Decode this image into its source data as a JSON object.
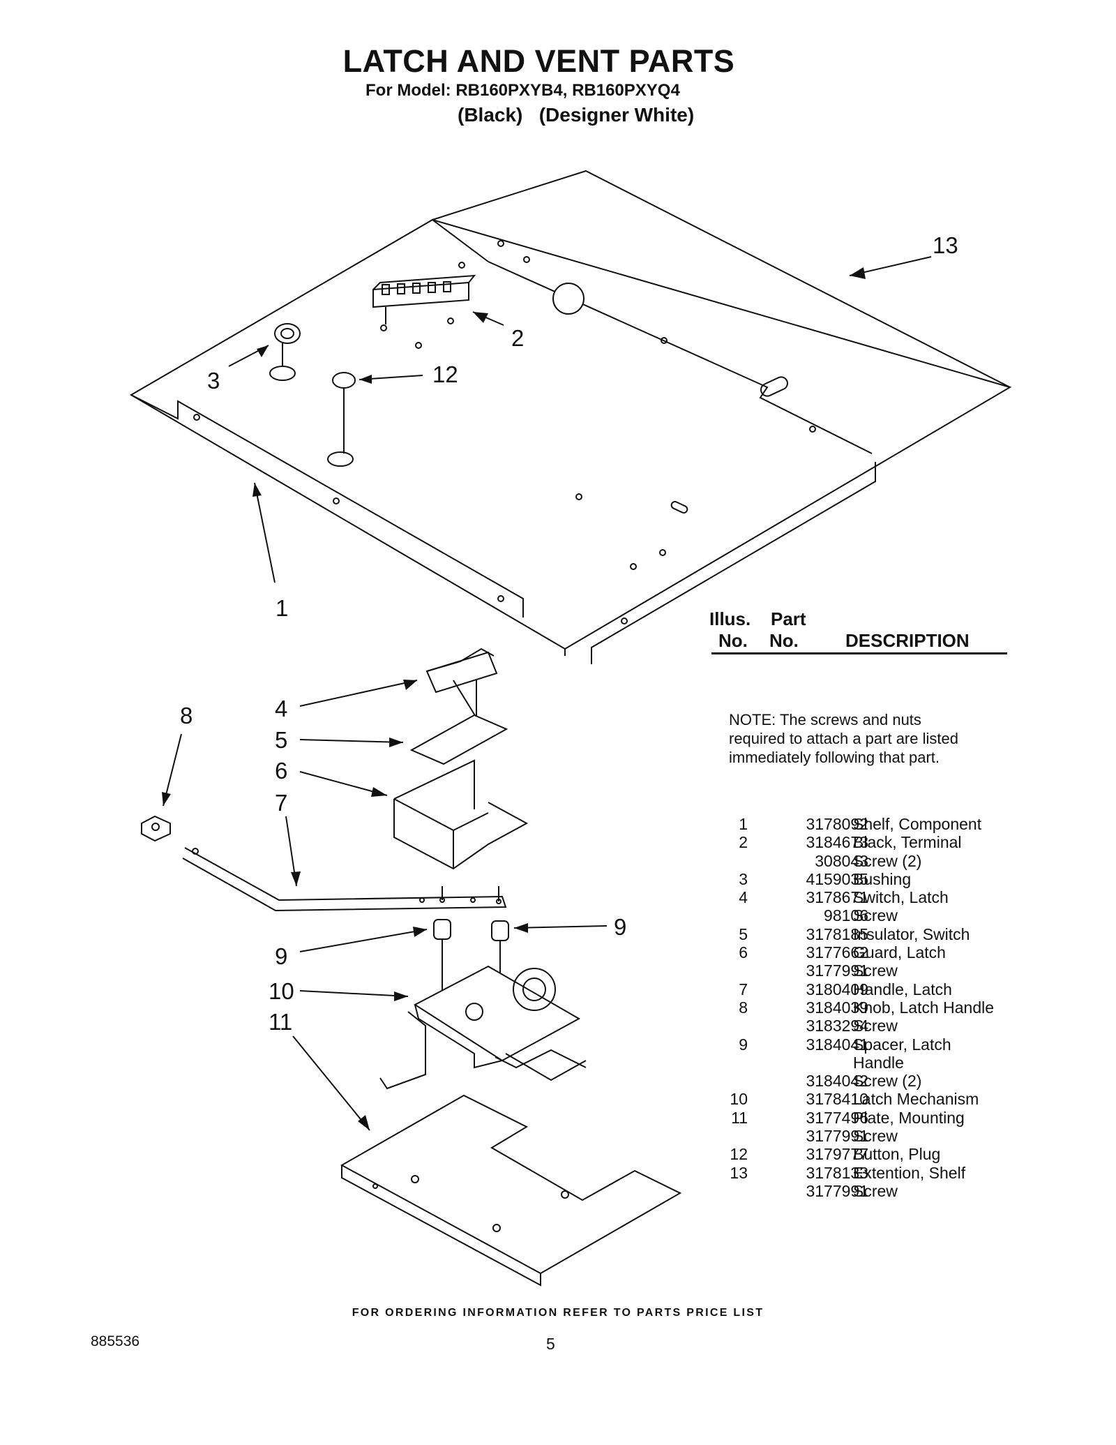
{
  "header": {
    "title": "LATCH AND VENT PARTS",
    "model_line": "For Model: RB160PXYB4, RB160PXYQ4",
    "variants": "(Black)   (Designer White)"
  },
  "callouts": [
    "13",
    "2",
    "3",
    "12",
    "1",
    "8",
    "4",
    "5",
    "6",
    "7",
    "9",
    "9",
    "10",
    "11"
  ],
  "table": {
    "col1_line1": "Illus.",
    "col1_line2": "No.",
    "col2_line1": "Part",
    "col2_line2": "No.",
    "col3": "DESCRIPTION"
  },
  "note": "NOTE: The screws and nuts required to attach a part are listed immediately following that part.",
  "parts": [
    {
      "illus": "1",
      "part": "3178092",
      "desc": "Shelf, Component"
    },
    {
      "illus": "2",
      "part": "3184673",
      "desc": "Black, Terminal"
    },
    {
      "illus": "",
      "part": "308043",
      "desc": "Screw (2)"
    },
    {
      "illus": "3",
      "part": "4159035",
      "desc": "Bushing"
    },
    {
      "illus": "4",
      "part": "3178671",
      "desc": "Switch, Latch"
    },
    {
      "illus": "",
      "part": "98106",
      "desc": "Screw"
    },
    {
      "illus": "5",
      "part": "3178185",
      "desc": "Insulator, Switch"
    },
    {
      "illus": "6",
      "part": "3177662",
      "desc": "Guard, Latch"
    },
    {
      "illus": "",
      "part": "3177991",
      "desc": "Screw"
    },
    {
      "illus": "7",
      "part": "3180409",
      "desc": "Handle, Latch"
    },
    {
      "illus": "8",
      "part": "3184039",
      "desc": "Knob, Latch Handle"
    },
    {
      "illus": "",
      "part": "3183294",
      "desc": "Screw"
    },
    {
      "illus": "9",
      "part": "3184041",
      "desc": "Spacer, Latch"
    },
    {
      "illus": "",
      "part": "",
      "desc": "Handle"
    },
    {
      "illus": "",
      "part": "3184042",
      "desc": "Screw (2)"
    },
    {
      "illus": "10",
      "part": "3178410",
      "desc": "Latch Mechanism"
    },
    {
      "illus": "11",
      "part": "3177496",
      "desc": "Plate, Mounting"
    },
    {
      "illus": "",
      "part": "3177991",
      "desc": "Screw"
    },
    {
      "illus": "12",
      "part": "3179777",
      "desc": "Button, Plug"
    },
    {
      "illus": "13",
      "part": "3178133",
      "desc": "Extention, Shelf"
    },
    {
      "illus": "",
      "part": "3177991",
      "desc": "Screw"
    }
  ],
  "footer": {
    "ordering": "FOR ORDERING INFORMATION REFER TO PARTS PRICE LIST",
    "doc_number": "885536",
    "page_number": "5"
  }
}
